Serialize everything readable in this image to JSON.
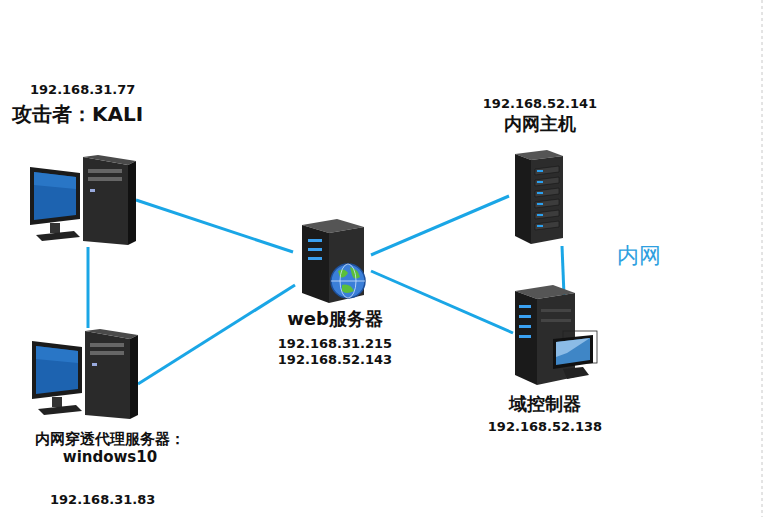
{
  "diagram": {
    "nodes": [
      {
        "text": [
          "192.168.31.77",
          "攻击者：KALI"
        ]
      },
      {
        "text": [
          "内网穿透代理服务器： windows10",
          "192.168.31.83"
        ]
      },
      {
        "text": [
          "web服务器",
          "192.168.31.215",
          "192.168.52.143"
        ]
      },
      {
        "text": [
          "内网"
        ]
      },
      {
        "text": [
          "192.168.52.141",
          "内网主机"
        ],
        "in": 3
      },
      {
        "text": [
          "域控制器",
          "192.168.52.138"
        ],
        "in": 3
      }
    ],
    "edges": [
      {
        "from": 0,
        "to": 1,
        "arrow": "none"
      },
      {
        "from": 0,
        "to": 2,
        "arrow": "none"
      },
      {
        "from": 1,
        "to": 2,
        "arrow": "none"
      },
      {
        "from": 2,
        "to": 4,
        "arrow": "none"
      },
      {
        "from": 2,
        "to": 5,
        "arrow": "none"
      },
      {
        "from": 4,
        "to": 5,
        "arrow": "none"
      }
    ]
  }
}
